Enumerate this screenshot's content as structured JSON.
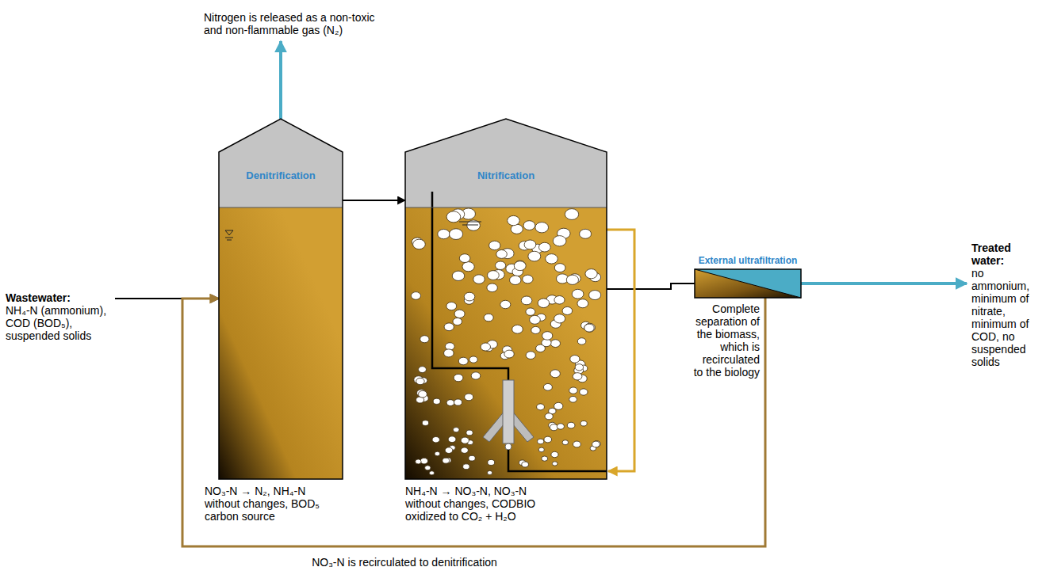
{
  "diagram": {
    "nodes": [
      {
        "text": [
          "Nitrogen is released as a non-toxic and non-flammable gas (N₂)"
        ]
      },
      {
        "text": [
          "Wastewater:",
          "NH₄-N (ammonium), COD (BOD₅), suspended solids"
        ]
      },
      {
        "text": [
          "Denitrification",
          "NO₃-N → N₂, NH₄-N without changes, BOD₅ carbon source"
        ]
      },
      {
        "text": [
          "Nitrification",
          "NH₄-N → NO₃-N, NO₃-N without changes, CODBIO oxidized to CO₂ + H₂O"
        ]
      },
      {
        "text": [
          "External ultrafiltration",
          "Complete separation of the biomass, which is recirculated to the biology"
        ]
      },
      {
        "text": [
          "Treated water:",
          "no ammonium, minimum of nitrate, minimum of COD, no suspended solids"
        ]
      }
    ],
    "edges": [
      {
        "from": 1,
        "to": 2,
        "arrow": "to"
      },
      {
        "from": 2,
        "to": 0,
        "arrow": "to"
      },
      {
        "from": 2,
        "to": 3,
        "arrow": "to"
      },
      {
        "from": 3,
        "to": 4,
        "arrow": "none"
      },
      {
        "from": 4,
        "to": 5,
        "arrow": "to"
      },
      {
        "from": 4,
        "to": 2,
        "arrow": "to",
        "label": "NO₃-N is recirculated to denitrification"
      },
      {
        "from": 3,
        "to": 3,
        "arrow": "to"
      }
    ]
  }
}
